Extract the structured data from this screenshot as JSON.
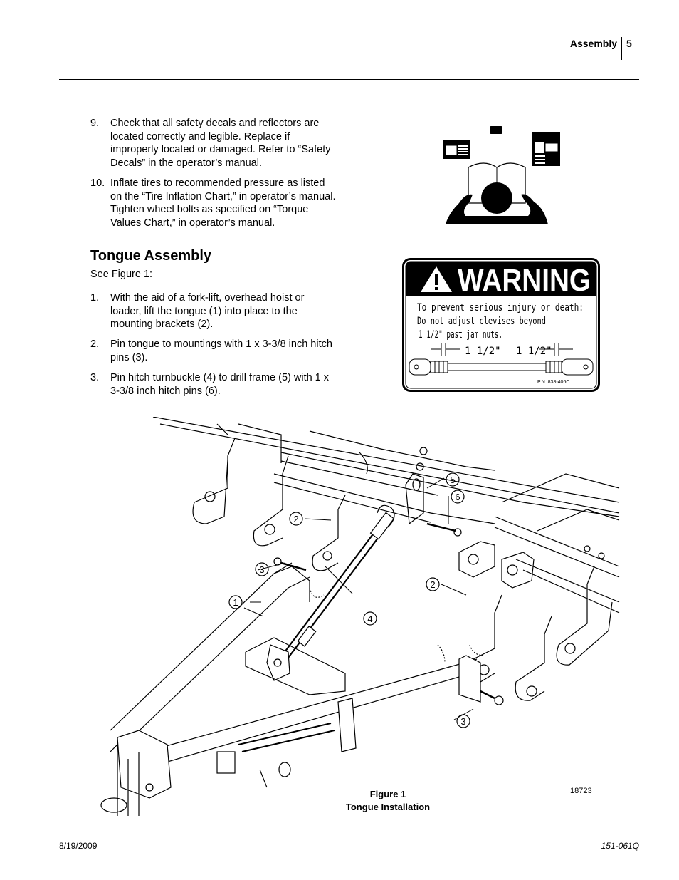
{
  "header": {
    "section": "Assembly",
    "page": "5"
  },
  "steps_prior": [
    {
      "num": "9.",
      "text": "Check that all safety decals and reflectors are located correctly and legible. Replace if improperly located or damaged. Refer to “Safety Decals” in the operator’s manual."
    },
    {
      "num": "10.",
      "text": "Inflate tires to recommended pressure as listed on the “Tire Inflation Chart,” in operator’s manual. Tighten wheel bolts as specified on “Torque Values Chart,” in operator’s manual."
    }
  ],
  "section": {
    "title": "Tongue Assembly",
    "see": "See Figure 1:",
    "steps": [
      {
        "num": "1.",
        "text": "With the aid of a fork-lift, overhead hoist or loader, lift the tongue (1) into place to the mounting brackets (2)."
      },
      {
        "num": "2.",
        "text": "Pin tongue to mountings with 1 x 3-3/8 inch hitch pins (3)."
      },
      {
        "num": "3.",
        "text": "Pin hitch turnbuckle (4) to drill frame (5) with 1 x 3-3/8 inch hitch pins (6)."
      }
    ]
  },
  "warning_decal": {
    "signal_word": "WARNING",
    "line1": "To prevent serious injury or death:",
    "line2": "Do not adjust clevises beyond",
    "line3": "1 1/2\" past jam nuts.",
    "dim_left": "1 1/2\"",
    "dim_right": "1 1/2\"",
    "part_number": "P.N. 838-406C"
  },
  "figure": {
    "callouts": [
      "1",
      "2",
      "2",
      "3",
      "3",
      "4",
      "5",
      "6"
    ],
    "caption_line1": "Figure 1",
    "caption_line2": "Tongue Installation",
    "figure_number": "18723"
  },
  "footer": {
    "date": "8/19/2009",
    "doc_number": "151-061Q"
  }
}
